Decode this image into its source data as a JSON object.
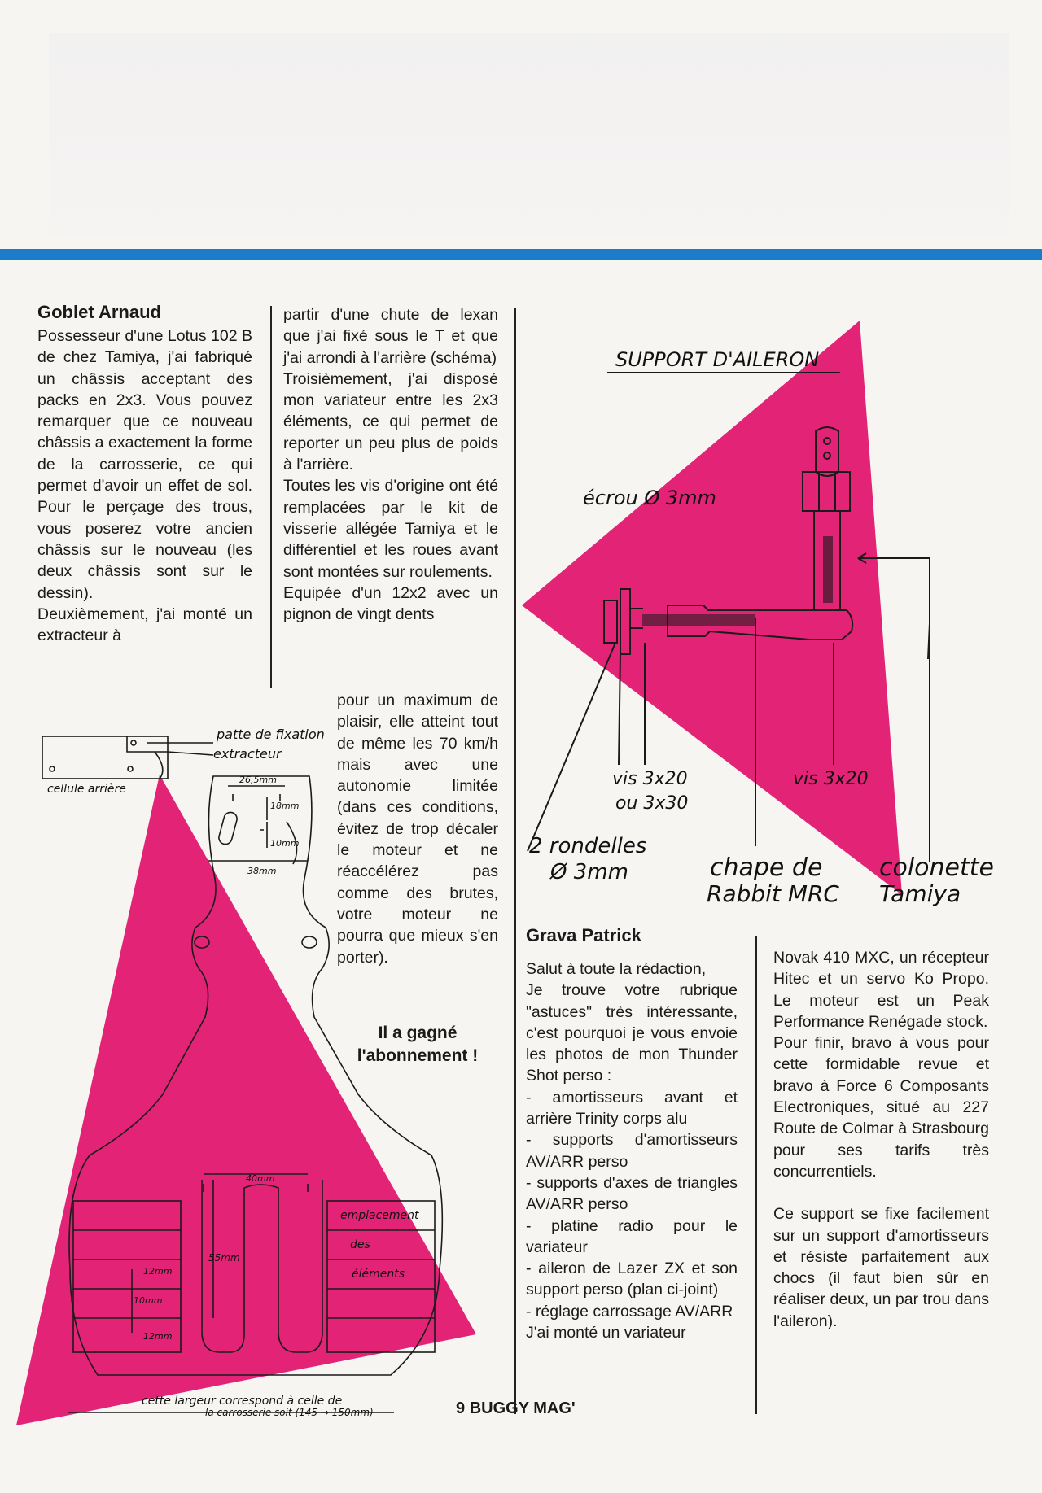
{
  "section1": {
    "author": "Goblet Arnaud",
    "paragraphs": [
      "Possesseur d'une Lotus 102 B de chez Tamiya, j'ai fabriqué un châssis acceptant des packs en 2x3. Vous pouvez remarquer que ce nouveau châssis a exactement la forme de la carrosserie, ce qui permet d'avoir un effet de sol. Pour le perçage des trous, vous poserez votre ancien châssis sur le nouveau (les deux châssis sont sur le dessin).",
      "Deuxièmement, j'ai monté un extracteur à"
    ],
    "col2_paragraphs": [
      "partir d'une chute de lexan que j'ai fixé sous le T et que j'ai arrondi à l'arrière (schéma)",
      "Troisièmement, j'ai disposé mon variateur entre les 2x3 éléments, ce qui permet de reporter un peu plus de poids à l'arrière.",
      "Toutes les vis d'origine ont été remplacées par le kit de visserie allégée Tamiya et le différentiel et les roues avant sont montées sur roulements.",
      "Equipée d'un 12x2 avec un pignon de vingt dents"
    ],
    "col2b_paragraphs": [
      "pour un maximum de plaisir, elle atteint tout de même les 70 km/h mais avec une autonomie limitée (dans ces conditions, évitez de trop décaler le moteur et ne réaccélérez pas comme des brutes, votre moteur ne pourra que mieux s'en porter)."
    ],
    "won": "Il a gagné l'abonnement !"
  },
  "section2": {
    "author": "Grava Patrick",
    "col3_paragraphs": [
      "Salut à toute la rédaction,",
      "Je trouve votre rubrique \"astuces\" très intéressante, c'est pourquoi je vous envoie les photos de mon Thunder Shot perso :",
      "- amortisseurs avant et arrière Trinity corps alu",
      "- supports d'amortisseurs AV/ARR perso",
      "- supports d'axes de triangles AV/ARR perso",
      "- platine radio pour le variateur",
      "- aileron de Lazer ZX et son support perso (plan ci-joint)",
      "- réglage carrossage AV/ARR",
      "J'ai monté un variateur"
    ],
    "col4_paragraphs": [
      "Novak 410 MXC, un récepteur Hitec et un servo Ko Propo. Le moteur est un Peak Performance Renégade stock.",
      "Pour finir, bravo à vous pour cette formidable revue et bravo à Force 6 Composants Electroniques, situé au 227 Route de Colmar à Strasbourg pour ses tarifs très concurrentiels.",
      "",
      "Ce support se fixe facilement sur un support d'amortisseurs et résiste parfaitement aux chocs (il faut bien sûr en réaliser deux, un par trou dans l'aileron)."
    ]
  },
  "chassis_drawing": {
    "labels": {
      "patte": "patte de fixation",
      "extracteur": "extracteur",
      "cellule": "cellule arrière",
      "dim_26": "26,5mm",
      "dim_18": "18mm",
      "dim_10a": "10mm",
      "dim_38": "38mm",
      "dim_40": "40mm",
      "dim_55": "55mm",
      "dim_12a": "12mm",
      "dim_10b": "10mm",
      "dim_12b": "12mm",
      "empl1": "emplacement",
      "empl2": "des",
      "empl3": "éléments",
      "largeur1": "cette largeur correspond à celle de",
      "largeur2": "la carrosserie soit (145 → 150mm)"
    }
  },
  "aileron_drawing": {
    "title": "SUPPORT D'AILERON",
    "labels": {
      "ecrou": "écrou Ø 3mm",
      "vis1a": "vis 3x20",
      "vis1b": "ou 3x30",
      "vis2": "vis 3x20",
      "rondelles1": "2 rondelles",
      "rondelles2": "Ø 3mm",
      "chape1": "chape de",
      "chape2": "Rabbit MRC",
      "colonette1": "colonette",
      "colonette2": "Tamiya"
    }
  },
  "footer": {
    "page": "9",
    "magazine": "BUGGY MAG'"
  },
  "colors": {
    "accent_blue": "#1d7cc9",
    "magenta": "#e0176f"
  }
}
